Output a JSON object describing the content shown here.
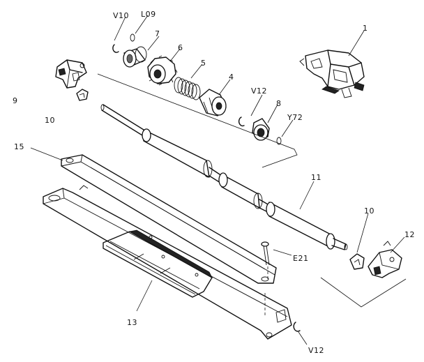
{
  "labels": {
    "v10": "V10",
    "l09": "L09",
    "p1": "1",
    "p4": "4",
    "p5": "5",
    "p6": "6",
    "p7": "7",
    "p8": "8",
    "p9": "9",
    "p10a": "10",
    "p10b": "10",
    "p11": "11",
    "p12": "12",
    "p13": "13",
    "p15": "15",
    "v12a": "V12",
    "v12b": "V12",
    "y72": "Y72",
    "e21": "E21"
  }
}
